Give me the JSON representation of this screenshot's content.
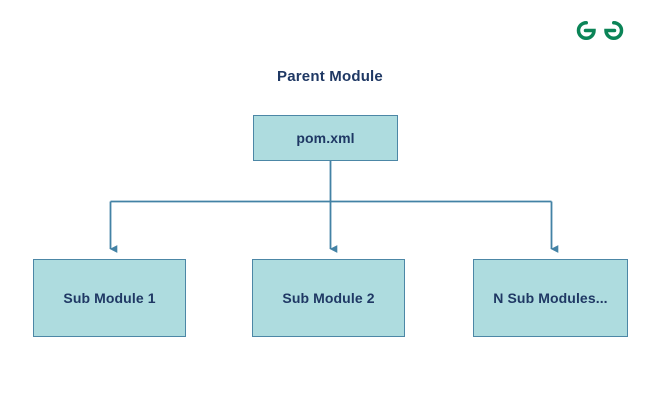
{
  "diagram": {
    "title": "Parent Module",
    "type": "hierarchy-tree",
    "background_color": "#ffffff",
    "node_fill_color": "#aedcdf",
    "node_border_color": "#4c87a6",
    "text_color": "#1f3864",
    "connector_color": "#4382a5",
    "nodes": [
      {
        "id": "parent",
        "label": "pom.xml",
        "role": "parent-module"
      },
      {
        "id": "sub1",
        "label": "Sub Module 1",
        "role": "child-module"
      },
      {
        "id": "sub2",
        "label": "Sub Module 2",
        "role": "child-module"
      },
      {
        "id": "subn",
        "label": "N Sub Modules...",
        "role": "child-module"
      }
    ],
    "edges": [
      {
        "from": "parent",
        "to": "sub1",
        "arrow": "down"
      },
      {
        "from": "parent",
        "to": "sub2",
        "arrow": "down"
      },
      {
        "from": "parent",
        "to": "subn",
        "arrow": "down"
      }
    ]
  },
  "logo": {
    "name": "geeksforgeeks-logo",
    "alt": "gg",
    "color": "#0b8457"
  }
}
